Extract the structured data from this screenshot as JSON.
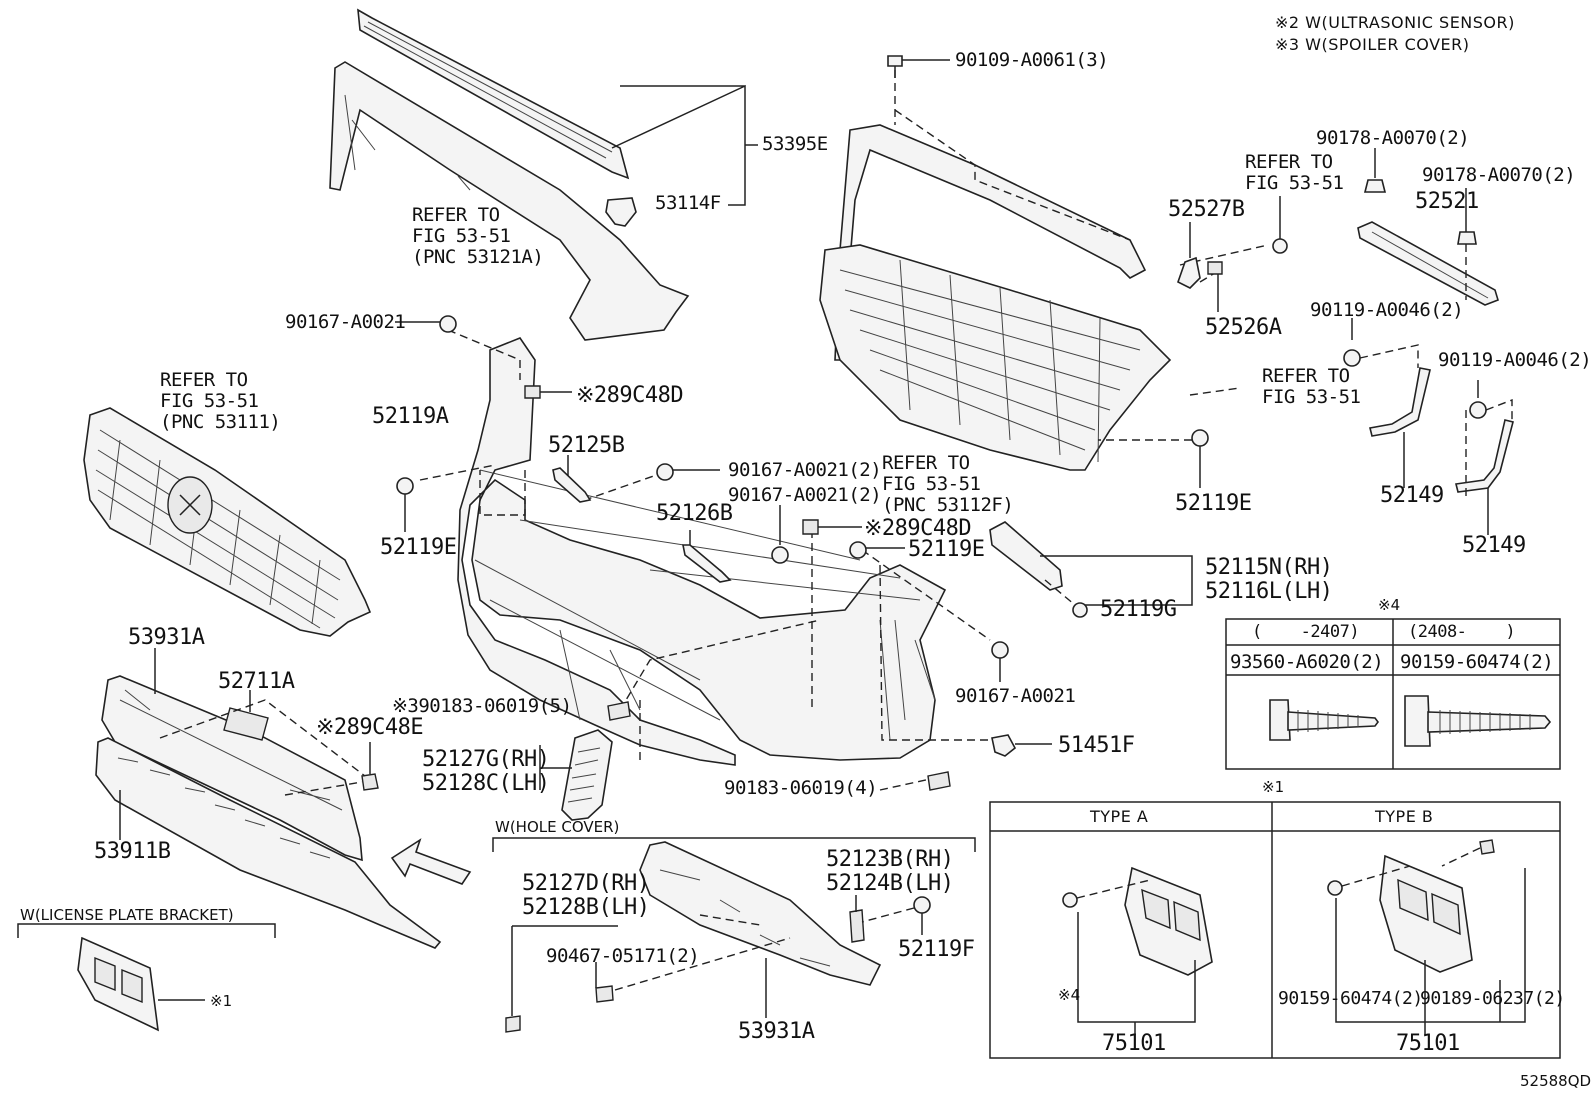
{
  "notes": {
    "note2": "※2 W(ULTRASONIC SENSOR)",
    "note3": "※3 W(SPOILER COVER)"
  },
  "labels": {
    "p53395E": "53395E",
    "p53114F": "53114F",
    "refer_53121A": "REFER TO\nFIG 53-51\n(PNC 53121A)",
    "p90109": "90109-A0061(3)",
    "p90178a": "90178-A0070(2)",
    "p90178b": "90178-A0070(2)",
    "refer_a": "REFER TO\nFIG 53-51",
    "p52527B": "52527B",
    "p52521": "52521",
    "p52526A": "52526A",
    "p90167_top": "90167-A0021",
    "p90119a": "90119-A0046(2)",
    "p90119b": "90119-A0046(2)",
    "refer_b": "REFER TO\nFIG 53-51",
    "refer_53111": "REFER TO\nFIG 53-51\n(PNC 53111)",
    "p52119A": "52119A",
    "p89C48D_a": "※289C48D",
    "p52125B": "52125B",
    "p90167_2a": "90167-A0021(2)",
    "p90167_2b": "90167-A0021(2)",
    "refer_53112F": "REFER TO\nFIG 53-51\n(PNC 53112F)",
    "p52119E_c": "52119E",
    "p52149a": "52149",
    "p52149b": "52149",
    "p52119E_a": "52119E",
    "p52126B": "52126B",
    "p89C48D_b": "※289C48D",
    "p52119E_b": "52119E",
    "p52115N": "52115N(RH)",
    "p52116L": "52116L(LH)",
    "p52119G": "52119G",
    "p53931A_a": "53931A",
    "p52711A": "52711A",
    "p90183_5": "※390183-06019(5)",
    "p89C48E": "※289C48E",
    "p90167_mid": "90167-A0021",
    "p52127G": "52127G(RH)",
    "p52128C": "52128C(LH)",
    "p51451F": "51451F",
    "p90183_4": "90183-06019(4)",
    "p53911B": "53911B",
    "w_hole_cover": "W(HOLE COVER)",
    "p52127D": "52127D(RH)",
    "p52128B": "52128B(LH)",
    "p52123B": "52123B(RH)",
    "p52124B": "52124B(LH)",
    "p52119F": "52119F",
    "p90467": "90467-05171(2)",
    "p53931A_b": "53931A",
    "w_license": "W(LICENSE PLATE BRACKET)",
    "note1_ref": "※1",
    "footer_code": "52588QD"
  },
  "fastener_table": {
    "note": "※4",
    "headers": [
      "(    -2407)",
      "(2408-    )"
    ],
    "parts": [
      "93560-A6020(2)",
      "90159-60474(2)"
    ]
  },
  "type_table": {
    "note": "※1",
    "headers": [
      "TYPE A",
      "TYPE B"
    ],
    "note4": "※4",
    "typeA_part": "75101",
    "typeB_part": "75101",
    "typeB_p1": "90159-60474(2)",
    "typeB_p2": "90189-06237(2)"
  }
}
